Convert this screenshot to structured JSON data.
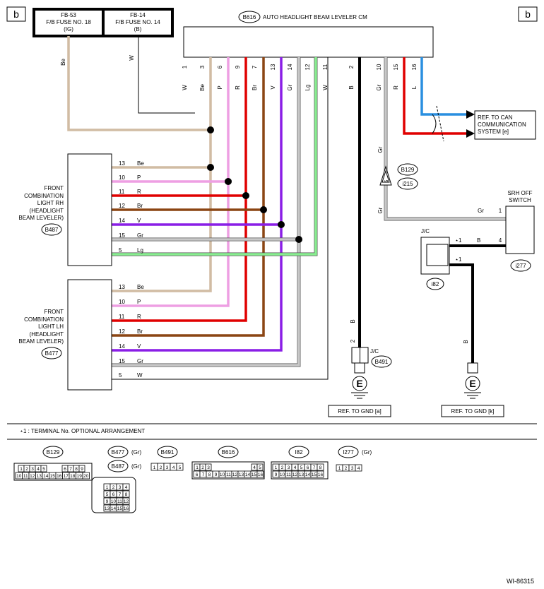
{
  "page_marker": "b",
  "figure_id": "WI-86315",
  "colors": {
    "Be": "#d1bca3",
    "P": "#ee9fe3",
    "R": "#e00000",
    "Br": "#8b4513",
    "V": "#8a1ee6",
    "Gr": "#c8c8c8",
    "Lg": "#88ee90",
    "W": "#ffffff",
    "B": "#000000",
    "L": "#2a8fe0",
    "wire_outline": "#555555"
  },
  "fuses": [
    {
      "title": "FB-53",
      "line2": "F/B FUSE NO. 18",
      "line3": "(IG)"
    },
    {
      "title": "FB-14",
      "line2": "F/B FUSE NO. 14",
      "line3": "(B)"
    }
  ],
  "fuse_wire_labels": [
    "Be",
    "W"
  ],
  "cm": {
    "connector": "B616",
    "name": "AUTO HEADLIGHT BEAM LEVELER CM"
  },
  "cm_pins": [
    {
      "pin": "1",
      "color": "W"
    },
    {
      "pin": "3",
      "color": "Be"
    },
    {
      "pin": "6",
      "color": "P"
    },
    {
      "pin": "9",
      "color": "R"
    },
    {
      "pin": "7",
      "color": "Br"
    },
    {
      "pin": "13",
      "color": "V"
    },
    {
      "pin": "14",
      "color": "Gr"
    },
    {
      "pin": "12",
      "color": "Lg"
    },
    {
      "pin": "11",
      "color": "W"
    },
    {
      "pin": "2",
      "color": "B"
    },
    {
      "pin": "10",
      "color": "Gr"
    },
    {
      "pin": "15",
      "color": "R"
    },
    {
      "pin": "16",
      "color": "L"
    }
  ],
  "rh": {
    "lines": [
      "FRONT",
      "COMBINATION",
      "LIGHT RH",
      "(HEADLIGHT",
      "BEAM LEVELER)"
    ],
    "connector": "B487",
    "pins": [
      {
        "pin": "13",
        "color": "Be"
      },
      {
        "pin": "10",
        "color": "P"
      },
      {
        "pin": "11",
        "color": "R"
      },
      {
        "pin": "12",
        "color": "Br"
      },
      {
        "pin": "14",
        "color": "V"
      },
      {
        "pin": "15",
        "color": "Gr"
      },
      {
        "pin": "5",
        "color": "Lg"
      }
    ]
  },
  "lh": {
    "lines": [
      "FRONT",
      "COMBINATION",
      "LIGHT LH",
      "(HEADLIGHT",
      "BEAM LEVELER)"
    ],
    "connector": "B477",
    "pins": [
      {
        "pin": "13",
        "color": "Be"
      },
      {
        "pin": "10",
        "color": "P"
      },
      {
        "pin": "11",
        "color": "R"
      },
      {
        "pin": "12",
        "color": "Br"
      },
      {
        "pin": "14",
        "color": "V"
      },
      {
        "pin": "15",
        "color": "Gr"
      },
      {
        "pin": "5",
        "color": "W"
      }
    ]
  },
  "can_ref": [
    "REF. TO CAN",
    "COMMUNICATION",
    "SYSTEM [e]"
  ],
  "gr_label": "Gr",
  "inline_conn": {
    "pin": "5",
    "top": "B129",
    "bottom": "i215"
  },
  "srh": {
    "lines": [
      "SRH OFF",
      "SWITCH"
    ],
    "pin": "1",
    "pin2": "4",
    "wire": "Gr",
    "connector": "i277"
  },
  "jc_i": {
    "label": "J/C",
    "connector": "i82",
    "star": "⋆1",
    "wire": "B"
  },
  "jc_b": {
    "label": "J/C",
    "connector": "B491",
    "pin": "2",
    "wire": "B"
  },
  "ground_symbol": "E",
  "gnd_refs": [
    "REF. TO GND [a]",
    "REF. TO GND [k]"
  ],
  "note": "⋆1  : TERMINAL No. OPTIONAL ARRANGEMENT",
  "legend": {
    "b129": "B129",
    "b477": "B477",
    "b487": "B487",
    "gr_tag": "(Gr)",
    "b491": "B491",
    "b616": "B616",
    "i82": "I82",
    "i277": "I277",
    "b129_top": [
      "1",
      "2",
      "3",
      "4",
      "5",
      "6",
      "7",
      "8",
      "9"
    ],
    "b129_bot": [
      "10",
      "11",
      "12",
      "13",
      "14",
      "15",
      "16",
      "17",
      "18",
      "19",
      "20"
    ],
    "b477_pins": [
      "1",
      "2",
      "3",
      "4",
      "5",
      "6",
      "7",
      "8",
      "9",
      "10",
      "11",
      "12",
      "13",
      "14",
      "15",
      "16"
    ],
    "b491_pins": [
      "1",
      "2",
      "3",
      "4",
      "5"
    ],
    "b616_top_a": [
      "1",
      "2",
      "3"
    ],
    "b616_top_b": [
      "4",
      "5"
    ],
    "b616_bot": [
      "6",
      "7",
      "8",
      "9",
      "10",
      "11",
      "12",
      "13",
      "14",
      "15",
      "16"
    ],
    "i82_top": [
      "1",
      "2",
      "3",
      "4",
      "5",
      "6",
      "7",
      "8"
    ],
    "i82_bot": [
      "9",
      "10",
      "11",
      "12",
      "13",
      "14",
      "15",
      "16"
    ],
    "i277_pins": [
      "1",
      "2",
      "3",
      "4"
    ]
  }
}
